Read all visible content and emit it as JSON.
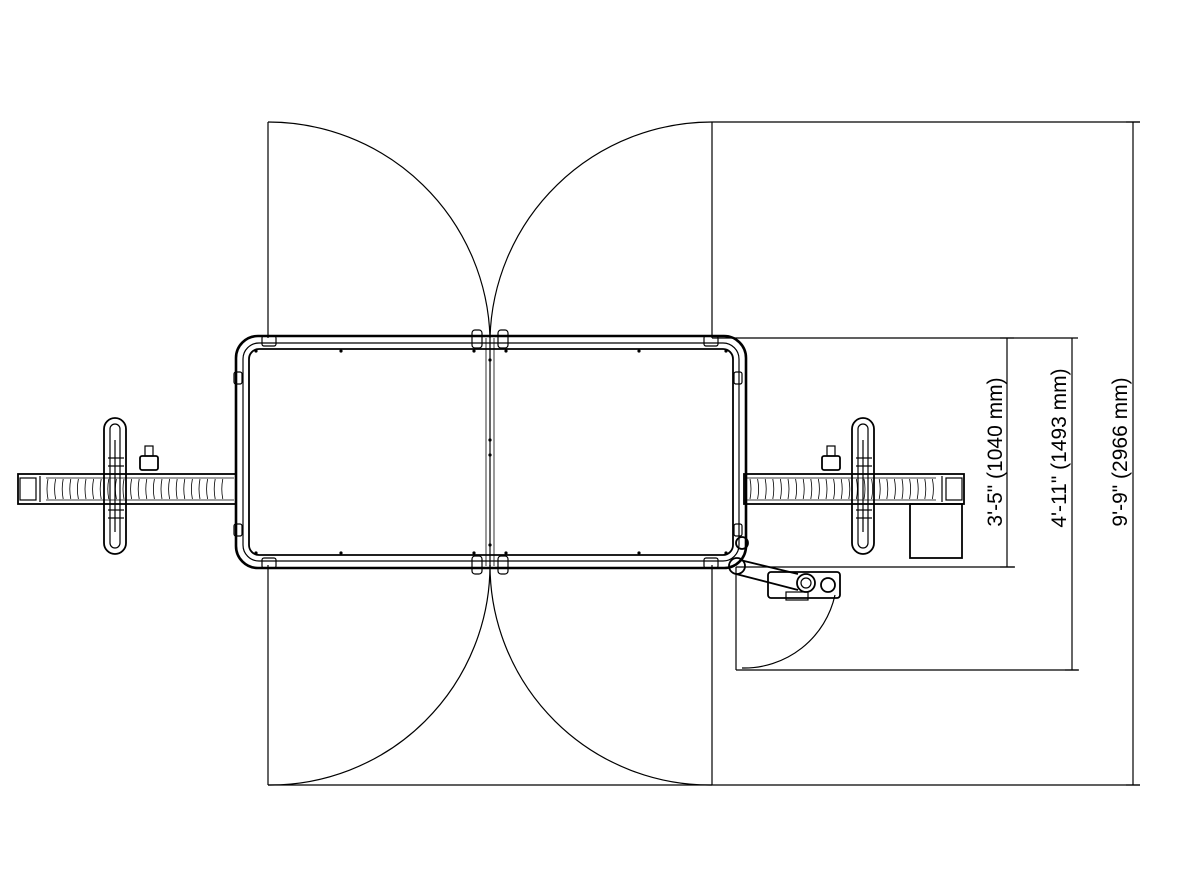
{
  "drawing": {
    "view": "top",
    "line_color": "#000000",
    "background": "#ffffff"
  },
  "dimensions": [
    {
      "id": "inner",
      "label": "3'-5\" (1040 mm)"
    },
    {
      "id": "middle",
      "label": "4'-11\" (1493 mm)"
    },
    {
      "id": "outer",
      "label": "9'-9\" (2966 mm)"
    }
  ]
}
